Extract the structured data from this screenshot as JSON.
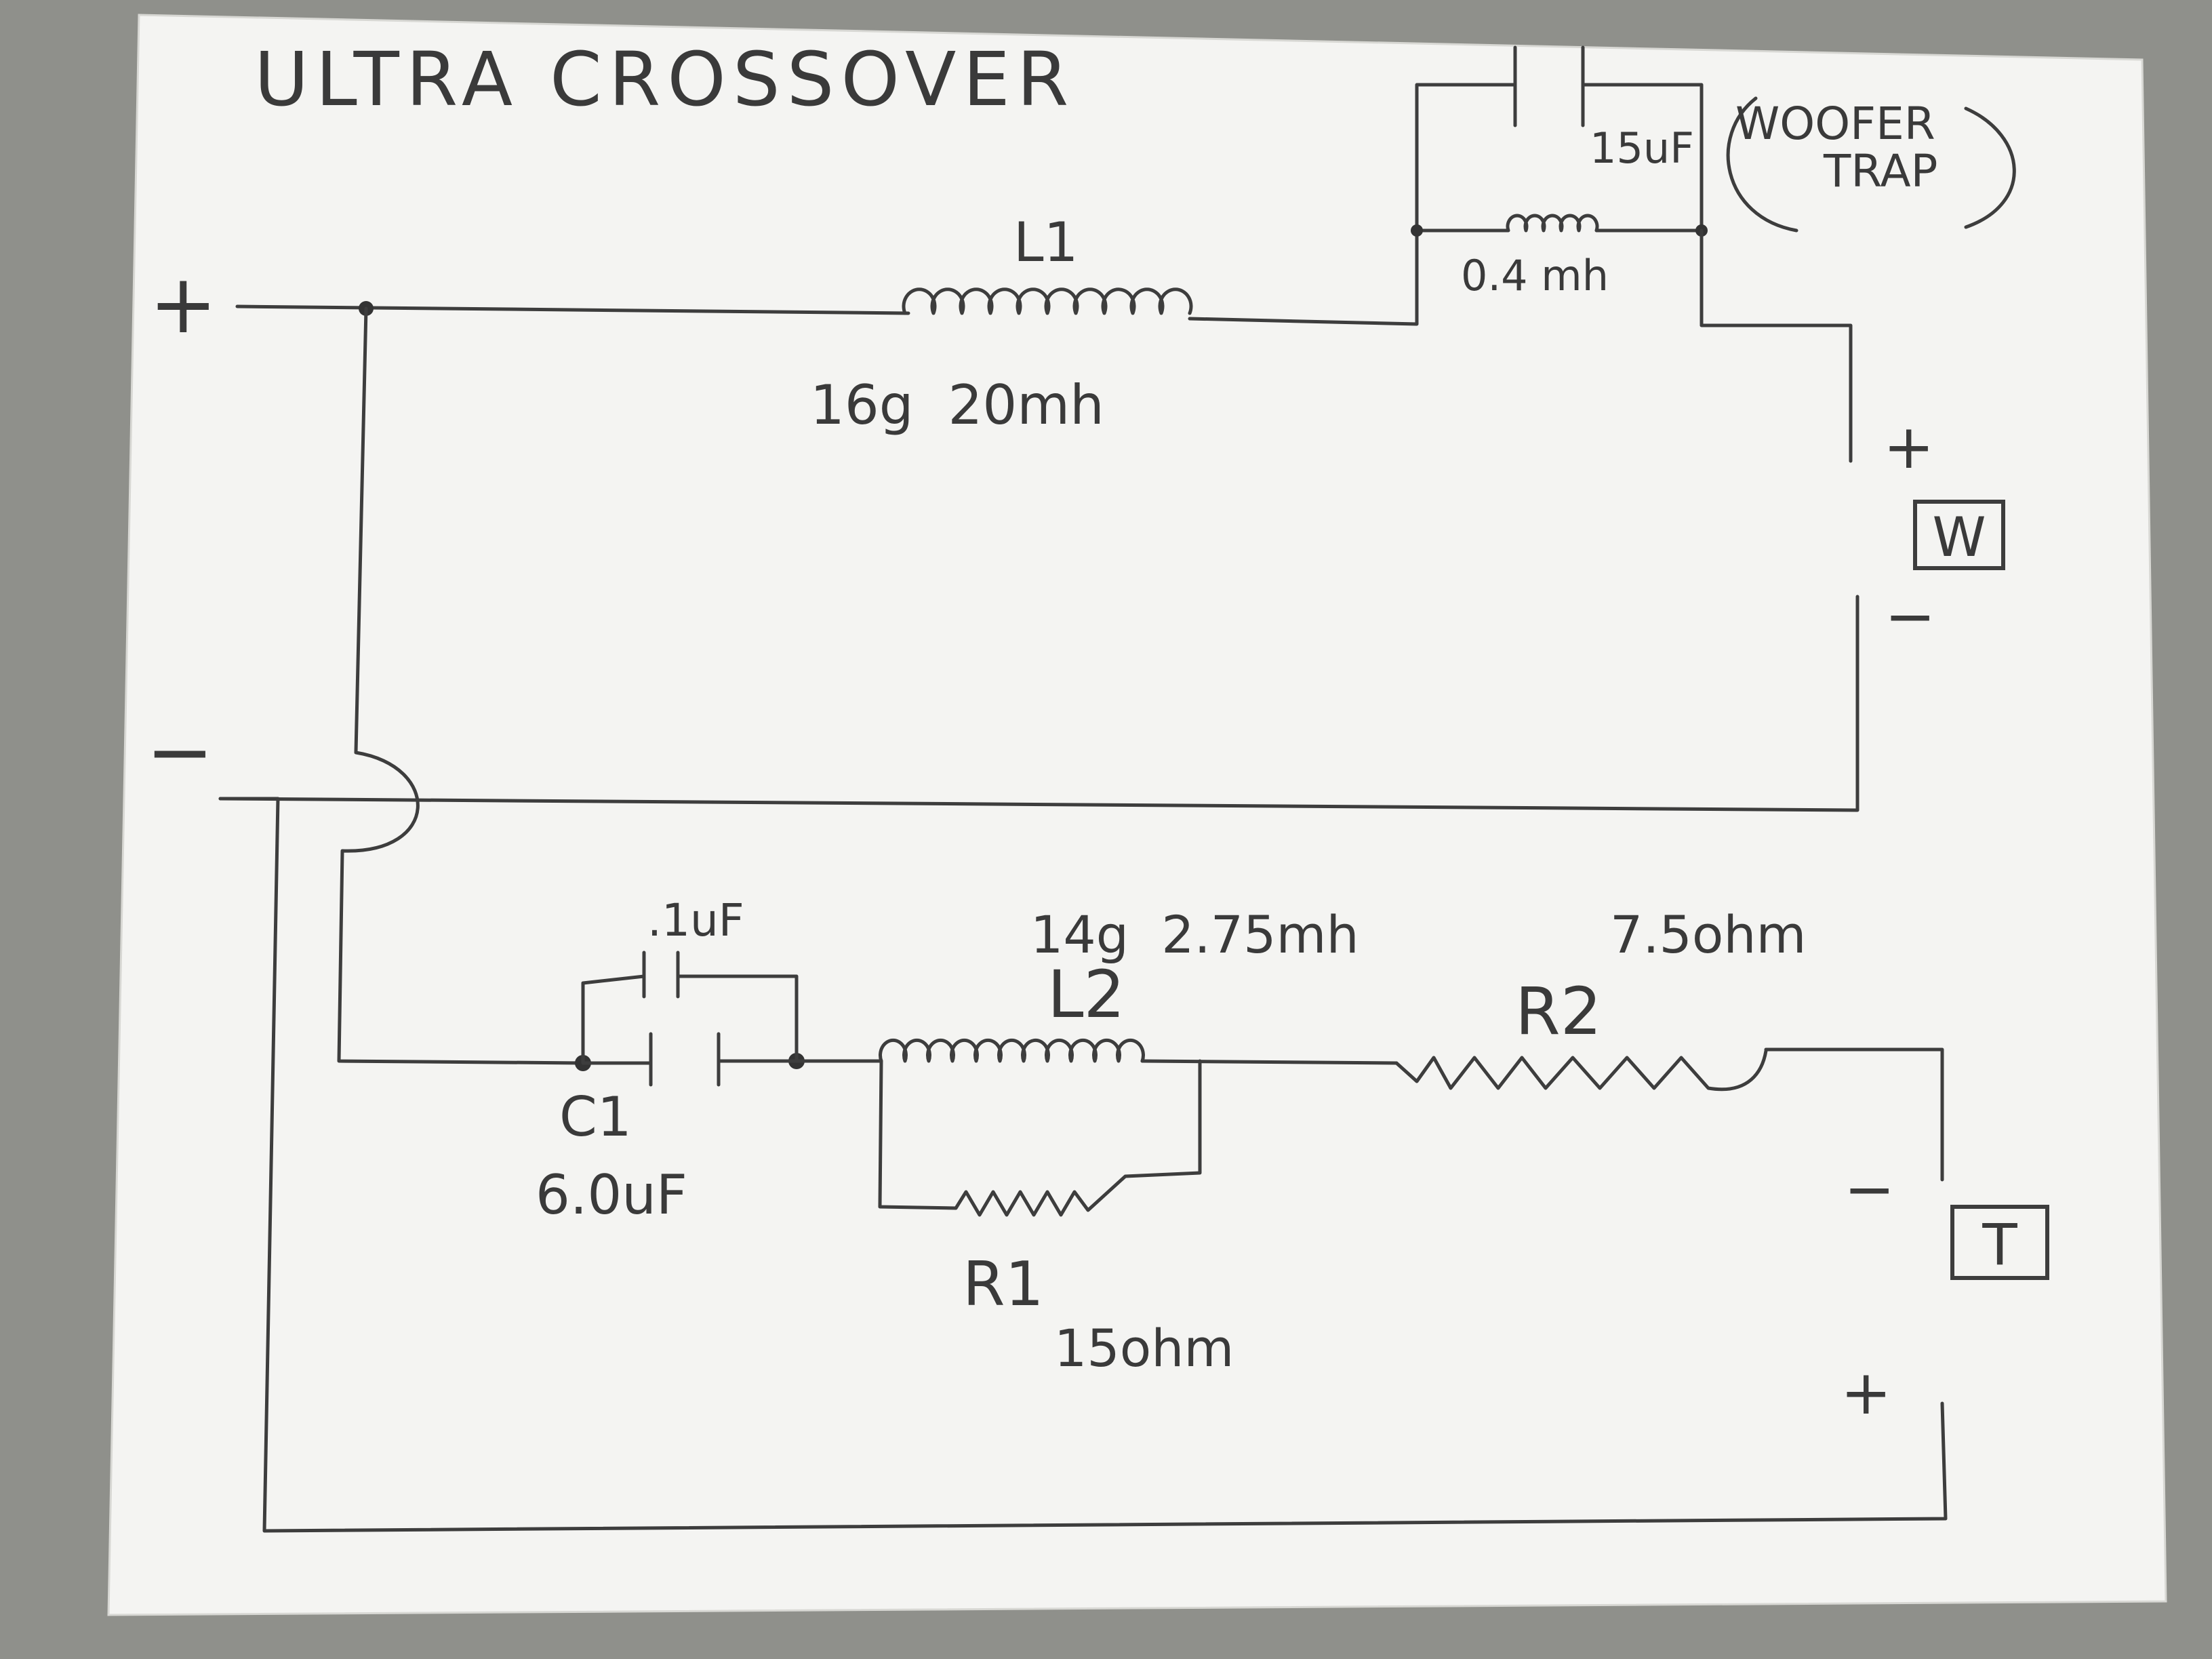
{
  "title": "ULTRA CROSSOVER",
  "input": {
    "plus": "+",
    "minus": "−"
  },
  "woofer_trap": {
    "label_line1": "WOOFER",
    "label_line2": "TRAP",
    "capacitor_value": "15uF",
    "inductor_value": "0.4 mh"
  },
  "L1": {
    "name": "L1",
    "spec": "16g  20mh"
  },
  "woofer": {
    "label": "W",
    "plus": "+",
    "minus": "−"
  },
  "C1": {
    "name": "C1",
    "value": "6.0uF",
    "bypass_value": ".1uF"
  },
  "L2": {
    "name": "L2",
    "spec": "14g  2.75mh"
  },
  "R1": {
    "name": "R1",
    "value": "15ohm"
  },
  "R2": {
    "name": "R2",
    "value": "7.5ohm"
  },
  "tweeter": {
    "label": "T",
    "plus": "+",
    "minus": "−"
  }
}
